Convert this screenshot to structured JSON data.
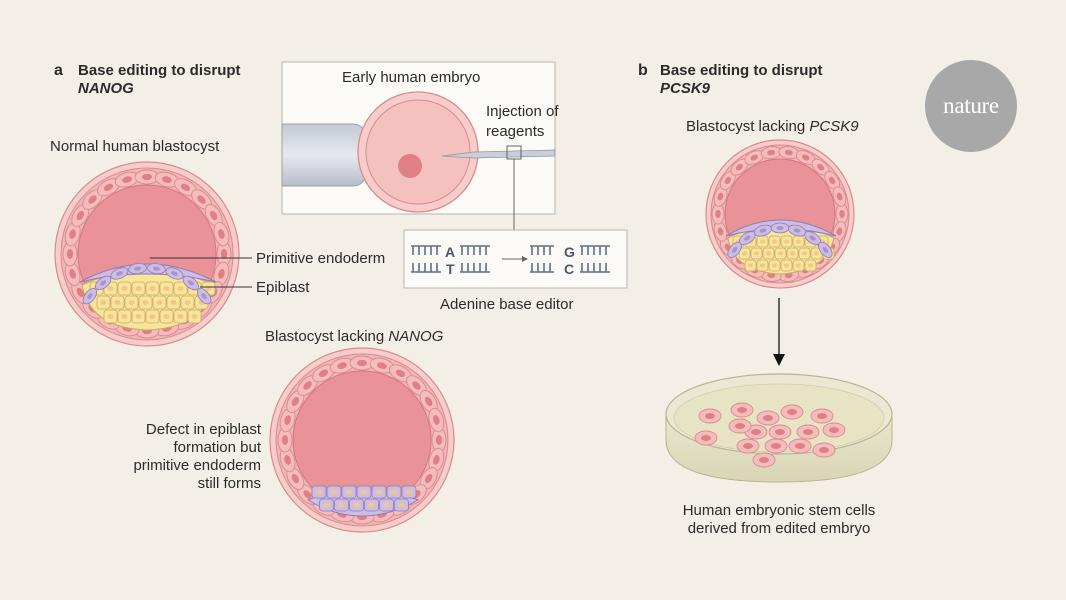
{
  "panel_a": {
    "letter": "a",
    "title_line1": "Base editing to disrupt",
    "title_line2": "NANOG",
    "normal_label": "Normal human blastocyst",
    "primitive_endoderm": "Primitive endoderm",
    "epiblast": "Epiblast",
    "lacking_prefix": "Blastocyst lacking ",
    "lacking_gene": "NANOG",
    "defect_lines": [
      "Defect in epiblast",
      "formation but",
      "primitive endoderm",
      "still forms"
    ]
  },
  "injection": {
    "embryo_label": "Early human embryo",
    "injection_line1": "Injection of",
    "injection_line2": "reagents",
    "editor_label": "Adenine base editor",
    "base_before_top": "A",
    "base_before_bottom": "T",
    "base_after_top": "G",
    "base_after_bottom": "C"
  },
  "panel_b": {
    "letter": "b",
    "title_line1": "Base editing to disrupt",
    "title_line2": "PCSK9",
    "lacking_prefix": "Blastocyst lacking ",
    "lacking_gene": "PCSK9",
    "stem_line1": "Human embryonic stem cells",
    "stem_line2": "derived from edited embryo"
  },
  "logo": {
    "text": "nature"
  },
  "colors": {
    "background": "#f3efe6",
    "cavity": "#e99297",
    "trophectoderm": "#f2b4b4",
    "cell_nucleus": "#e07f86",
    "epiblast_cells": "#f8e59a",
    "endoderm_cells": "#cdbde4",
    "dna_strand": "#5f6f86",
    "logo_circle": "#a8a8a8"
  }
}
